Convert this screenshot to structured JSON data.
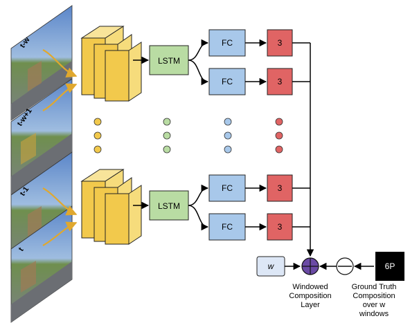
{
  "frames": {
    "labels": [
      "t-w",
      "t-w+1",
      "t-1",
      "t"
    ]
  },
  "blocks": {
    "lstm_label": "LSTM",
    "fc_label": "FC",
    "output_label": "3",
    "w_label": "w",
    "gt_label": "6P"
  },
  "captions": {
    "windowed": [
      "Windowed",
      "Composition",
      "Layer"
    ],
    "ground_truth": [
      "Ground Truth",
      "Composition",
      "over w",
      "windows"
    ]
  },
  "colors": {
    "cnn": "#f2c94c",
    "lstm": "#b9dca3",
    "fc": "#a8c8ea",
    "out": "#e06464",
    "composition": "#6a4aa5",
    "gt": "#000000",
    "w_box": "#dde7f6"
  }
}
